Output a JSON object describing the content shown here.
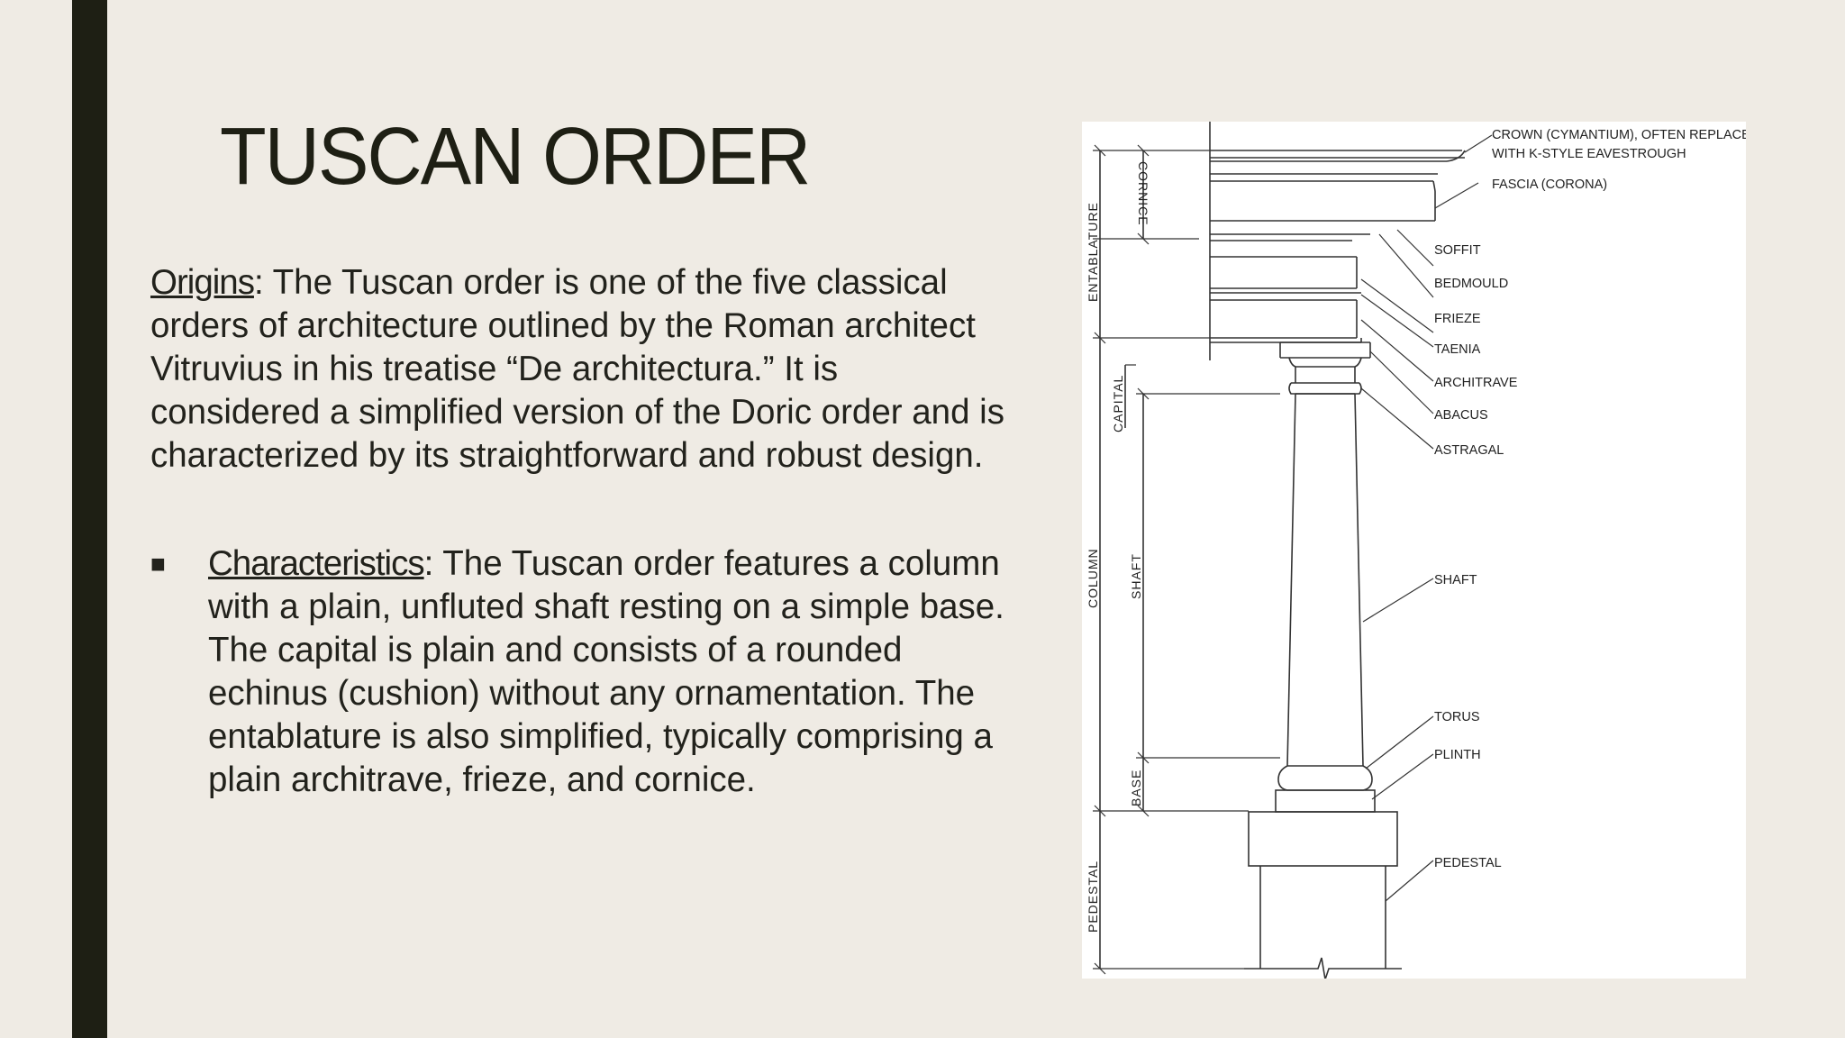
{
  "slide": {
    "title": "TUSCAN ORDER",
    "origins": {
      "label": "Origins",
      "text": ": The Tuscan order is one of the five classical orders of architecture outlined by the Roman architect Vitruvius in his treatise “De architectura.” It is considered a simplified version of the Doric order and is characterized by its straightforward and robust design."
    },
    "characteristics": {
      "bullet": "■",
      "label": "Characteristics",
      "text": ": The Tuscan order features a column with a plain, unfluted shaft resting on a simple base. The capital is plain and consists of a rounded echinus (cushion) without any ornamentation. The entablature is also simplified, typically comprising a plain architrave, frieze, and cornice."
    }
  },
  "diagram": {
    "callouts": {
      "crown_line1": "CROWN (CYMANTIUM), OFTEN REPLACED",
      "crown_line2": "WITH K-STYLE EAVESTROUGH",
      "fascia": "FASCIA (CORONA)",
      "soffit": "SOFFIT",
      "bedmould": "BEDMOULD",
      "frieze": "FRIEZE",
      "taenia": "TAENIA",
      "architrave": "ARCHITRAVE",
      "abacus": "ABACUS",
      "astragal": "ASTRAGAL",
      "shaft": "SHAFT",
      "torus": "TORUS",
      "plinth": "PLINTH",
      "pedestal": "PEDESTAL"
    },
    "dimension_labels": {
      "entablature": "ENTABLATURE",
      "cornice": "CORNICE",
      "capital": "CAPITAL",
      "column": "COLUMN",
      "shaft": "SHAFT",
      "base": "BASE",
      "pedestal": "PEDESTAL"
    }
  }
}
